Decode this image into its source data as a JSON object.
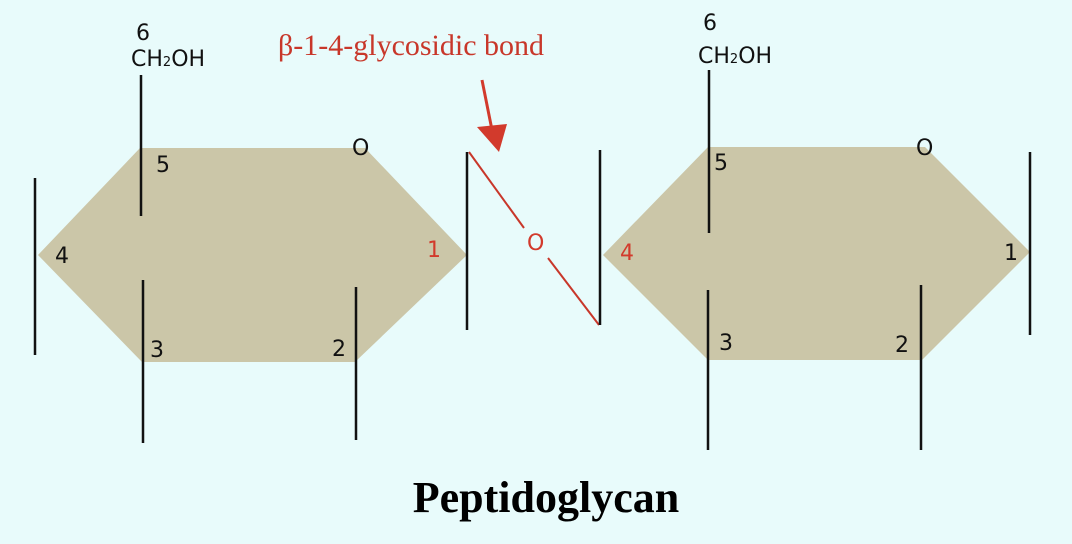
{
  "colors": {
    "background": "#e8fbfb",
    "ring_fill": "#cbc6a8",
    "bond_line": "#111111",
    "highlight_red": "#d23a2c"
  },
  "title": "Peptidoglycan",
  "bond_label": "β-1-4-glycosidic bond",
  "linking_oxygen": "O",
  "left_ring": {
    "carbon6": "6",
    "ch2oh_prefix": "CH",
    "ch2oh_sub": "2",
    "ch2oh_suffix": "OH",
    "c5": "5",
    "ring_oxygen": "O",
    "c4": "4",
    "c1": "1",
    "c3": "3",
    "c2": "2"
  },
  "right_ring": {
    "carbon6": "6",
    "ch2oh_prefix": "CH",
    "ch2oh_sub": "2",
    "ch2oh_suffix": "OH",
    "c5": "5",
    "ring_oxygen": "O",
    "c4": "4",
    "c1": "1",
    "c3": "3",
    "c2": "2"
  }
}
